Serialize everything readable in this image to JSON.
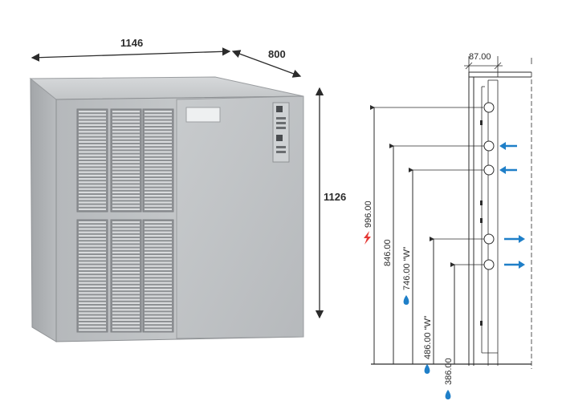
{
  "product": {
    "dimensions": {
      "width": "1146",
      "depth": "800",
      "height": "1126"
    }
  },
  "side_view": {
    "offset_label": "87.00",
    "heights": [
      {
        "label": "996.00",
        "icon": "lightning-icon",
        "color": "#e53935"
      },
      {
        "label": "846.00",
        "icon": "",
        "color": ""
      },
      {
        "label": "746.00 “W”",
        "icon": "water-drop-icon",
        "color": "#1f7fc8"
      },
      {
        "label": "486.00 “W”",
        "icon": "water-drop-icon",
        "color": "#1f7fc8"
      },
      {
        "label": "386.00",
        "icon": "water-drop-icon",
        "color": "#1f7fc8"
      }
    ],
    "connections": [
      {
        "direction": "in",
        "arrow_color": "#1f7fc8"
      },
      {
        "direction": "in",
        "arrow_color": "#1f7fc8"
      },
      {
        "direction": "out",
        "arrow_color": "#1f7fc8"
      },
      {
        "direction": "out",
        "arrow_color": "#1f7fc8"
      }
    ]
  },
  "colors": {
    "arrow_blue": "#1f7fc8",
    "lightning_red": "#e53935",
    "cabinet_steel": "#b9bcbf"
  }
}
